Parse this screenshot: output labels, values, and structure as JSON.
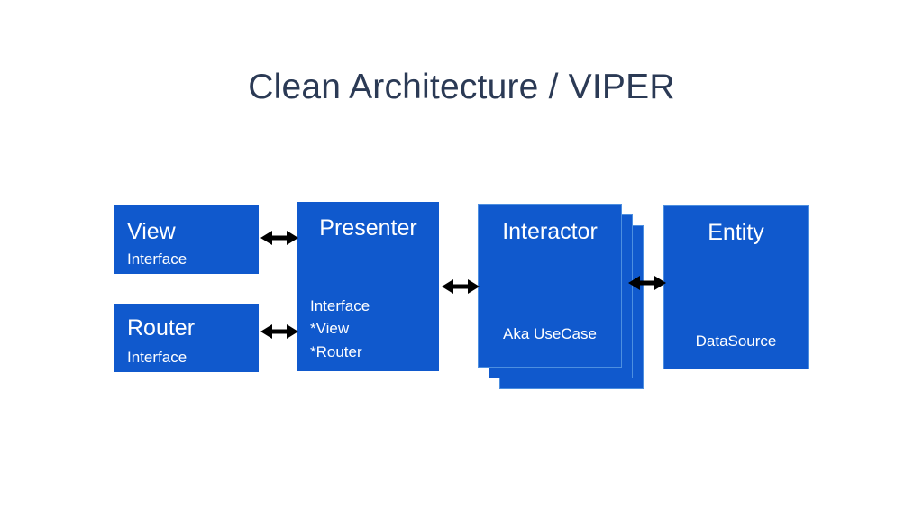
{
  "slide": {
    "title": "Clean Architecture / VIPER",
    "background_color": "#ffffff",
    "title_color": "#2b3a55",
    "card_color": "#1059cd",
    "card_text_color": "#ffffff",
    "arrow_color": "#000000"
  },
  "nodes": {
    "view": {
      "title": "View",
      "subtitle": "Interface"
    },
    "router": {
      "title": "Router",
      "subtitle": "Interface"
    },
    "presenter": {
      "title": "Presenter",
      "lines": [
        "Interface",
        "*View",
        "*Router"
      ]
    },
    "interactor": {
      "title": "Interactor",
      "subtitle": "Aka UseCase",
      "stack_count": 3
    },
    "entity": {
      "title": "Entity",
      "subtitle": "DataSource"
    }
  },
  "connectors": [
    {
      "id": "view-presenter",
      "from": "view",
      "to": "presenter",
      "style": "double-arrow"
    },
    {
      "id": "router-presenter",
      "from": "router",
      "to": "presenter",
      "style": "double-arrow"
    },
    {
      "id": "presenter-interactor",
      "from": "presenter",
      "to": "interactor",
      "style": "double-arrow"
    },
    {
      "id": "interactor-entity",
      "from": "interactor",
      "to": "entity",
      "style": "double-arrow"
    }
  ]
}
